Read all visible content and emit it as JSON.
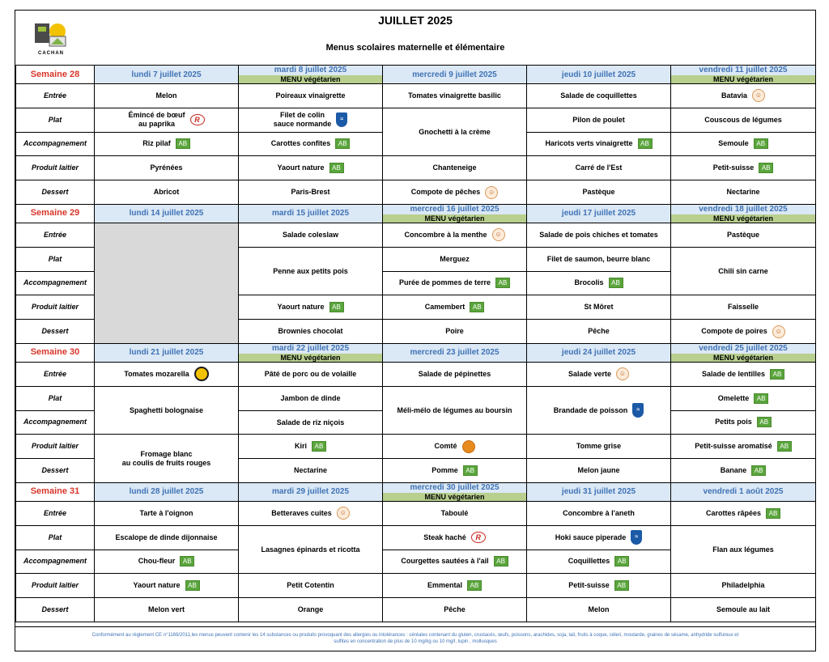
{
  "header": {
    "title": "JUILLET 2025",
    "subtitle": "Menus scolaires maternelle et élémentaire",
    "logo_text": "CACHAN"
  },
  "footer": {
    "line1": "Conformément au règlement CE n°1169/2011,les menus peuvent contenir les 14 substances ou produits provoquant des allergies ou intolérances : céréales contenant du gluten, crustacés, œufs, poissons, arachides, soja, lait, fruits à coque, céleri, moutarde, graines de sésame, anhydride sulfureux et",
    "line2": "sulfites en concentration de plus de 10 mg/kg ou 10 mg/l, lupin , mollusques"
  },
  "colors": {
    "week_label": "#d8362a",
    "day_header_bg": "#dbe8f5",
    "day_header_text": "#3f73b6",
    "vegetarian_bar": "#b8cf8e",
    "closed_cell": "#d9d9d9",
    "footer_text": "#3f73b6"
  },
  "legend_icons": {
    "bio": "ab-organic-leaf-icon",
    "label_rouge": "label-rouge-icon",
    "local": "local-product-icon",
    "msc": "msc-sustainable-fish-icon",
    "aop": "aop-icon",
    "label": "quality-label-icon"
  },
  "courses": [
    "Entrée",
    "Plat",
    "Accompagnement",
    "Produit laitier",
    "Dessert"
  ],
  "weeks": [
    {
      "label": "Semaine 28",
      "days": [
        {
          "name": "lundi 7 juillet 2025",
          "veg": ""
        },
        {
          "name": "mardi 8 juillet 2025",
          "veg": "MENU végétarien"
        },
        {
          "name": "mercredi 9 juillet 2025",
          "veg": ""
        },
        {
          "name": "jeudi 10 juillet 2025",
          "veg": ""
        },
        {
          "name": "vendredi 11 juillet 2025",
          "veg": "MENU végétarien"
        }
      ],
      "rows": [
        [
          {
            "text": "Melon"
          },
          {
            "text": "Poireaux vinaigrette"
          },
          {
            "text": "Tomates vinaigrette basilic"
          },
          {
            "text": "Salade de coquillettes"
          },
          {
            "text": "Batavia",
            "badge": "local"
          }
        ],
        [
          {
            "text": "Émincé de bœuf\nau paprika",
            "badge": "lr"
          },
          {
            "text": "Filet de colin\nsauce normande",
            "badge": "msc"
          },
          {
            "text": "Gnochetti à la crème",
            "span": 2
          },
          {
            "text": "Pilon de poulet"
          },
          {
            "text": "Couscous de légumes"
          }
        ],
        [
          {
            "text": "Riz pilaf",
            "badge": "bio"
          },
          {
            "text": "Carottes confites",
            "badge": "bio"
          },
          null,
          {
            "text": "Haricots verts vinaigrette",
            "badge": "bio"
          },
          {
            "text": "Semoule",
            "badge": "bio"
          }
        ],
        [
          {
            "text": "Pyrénées"
          },
          {
            "text": "Yaourt nature",
            "badge": "bio"
          },
          {
            "text": "Chanteneige"
          },
          {
            "text": "Carré de l'Est"
          },
          {
            "text": "Petit-suisse",
            "badge": "bio"
          }
        ],
        [
          {
            "text": "Abricot"
          },
          {
            "text": "Paris-Brest"
          },
          {
            "text": "Compote de pêches",
            "badge": "local"
          },
          {
            "text": "Pastèque"
          },
          {
            "text": "Nectarine"
          }
        ]
      ]
    },
    {
      "label": "Semaine 29",
      "days": [
        {
          "name": "lundi 14 juillet 2025",
          "veg": ""
        },
        {
          "name": "mardi 15 juillet 2025",
          "veg": ""
        },
        {
          "name": "mercredi 16 juillet 2025",
          "veg": "MENU végétarien"
        },
        {
          "name": "jeudi 17 juillet 2025",
          "veg": ""
        },
        {
          "name": "vendredi 18 juillet 2025",
          "veg": "MENU végétarien"
        }
      ],
      "rows": [
        [
          {
            "text": "",
            "span": 5,
            "closed": true
          },
          {
            "text": "Salade coleslaw"
          },
          {
            "text": "Concombre à la menthe",
            "badge": "local"
          },
          {
            "text": "Salade de pois chiches et tomates"
          },
          {
            "text": "Pastèque"
          }
        ],
        [
          null,
          {
            "text": "Penne aux petits pois",
            "span": 2
          },
          {
            "text": "Merguez"
          },
          {
            "text": "Filet de saumon, beurre blanc"
          },
          {
            "text": "Chili sin carne",
            "span": 2
          }
        ],
        [
          null,
          null,
          {
            "text": "Purée de pommes de terre",
            "badge": "bio"
          },
          {
            "text": "Brocolis",
            "badge": "bio"
          },
          null
        ],
        [
          null,
          {
            "text": "Yaourt nature",
            "badge": "bio"
          },
          {
            "text": "Camembert",
            "badge": "bio"
          },
          {
            "text": "St Môret"
          },
          {
            "text": "Faisselle"
          }
        ],
        [
          null,
          {
            "text": "Brownies chocolat"
          },
          {
            "text": "Poire"
          },
          {
            "text": "Pêche"
          },
          {
            "text": "Compote de poires",
            "badge": "local"
          }
        ]
      ]
    },
    {
      "label": "Semaine 30",
      "days": [
        {
          "name": "lundi 21 juillet 2025",
          "veg": ""
        },
        {
          "name": "mardi 22 juillet 2025",
          "veg": "MENU végétarien"
        },
        {
          "name": "mercredi 23 juillet 2025",
          "veg": ""
        },
        {
          "name": "jeudi 24 juillet 2025",
          "veg": ""
        },
        {
          "name": "vendredi 25 juillet 2025",
          "veg": "MENU végétarien"
        }
      ],
      "rows": [
        [
          {
            "text": "Tomates mozarella",
            "badge": "label"
          },
          {
            "text": "Pâté de porc ou de volaille"
          },
          {
            "text": "Salade de pépinettes"
          },
          {
            "text": "Salade verte",
            "badge": "local"
          },
          {
            "text": "Salade de lentilles",
            "badge": "bio"
          }
        ],
        [
          {
            "text": "Spaghetti bolognaise",
            "span": 2
          },
          {
            "text": "Jambon de dinde"
          },
          {
            "text": "Méli-mélo de légumes au boursin",
            "span": 2
          },
          {
            "text": "Brandade de poisson",
            "badge": "msc",
            "span": 2
          },
          {
            "text": "Omelette",
            "badge": "bio"
          }
        ],
        [
          null,
          {
            "text": "Salade de riz niçois"
          },
          null,
          null,
          {
            "text": "Petits pois",
            "badge": "bio"
          }
        ],
        [
          {
            "text": "Fromage blanc\nau coulis de fruits rouges",
            "span": 2
          },
          {
            "text": "Kiri",
            "badge": "bio"
          },
          {
            "text": "Comté",
            "badge": "aop"
          },
          {
            "text": "Tomme grise"
          },
          {
            "text": "Petit-suisse aromatisé",
            "badge": "bio"
          }
        ],
        [
          null,
          {
            "text": "Nectarine"
          },
          {
            "text": "Pomme",
            "badge": "bio"
          },
          {
            "text": "Melon jaune"
          },
          {
            "text": "Banane",
            "badge": "bio"
          }
        ]
      ]
    },
    {
      "label": "Semaine 31",
      "days": [
        {
          "name": "lundi 28 juillet 2025",
          "veg": ""
        },
        {
          "name": "mardi 29 juillet 2025",
          "veg": ""
        },
        {
          "name": "mercredi 30 juillet 2025",
          "veg": "MENU végétarien"
        },
        {
          "name": "jeudi 31 juillet 2025",
          "veg": ""
        },
        {
          "name": "vendredi 1 août 2025",
          "veg": ""
        }
      ],
      "rows": [
        [
          {
            "text": "Tarte à l'oignon"
          },
          {
            "text": "Betteraves cuites",
            "badge": "local"
          },
          {
            "text": "Taboulé"
          },
          {
            "text": "Concombre à l'aneth"
          },
          {
            "text": "Carottes râpées",
            "badge": "bio"
          }
        ],
        [
          {
            "text": "Escalope de dinde dijonnaise"
          },
          {
            "text": "Lasagnes épinards et ricotta",
            "span": 2
          },
          {
            "text": "Steak haché",
            "badge": "lr"
          },
          {
            "text": "Hoki sauce piperade",
            "badge": "msc"
          },
          {
            "text": "Flan aux légumes",
            "span": 2
          }
        ],
        [
          {
            "text": "Chou-fleur",
            "badge": "bio"
          },
          null,
          {
            "text": "Courgettes sautées à l'ail",
            "badge": "bio"
          },
          {
            "text": "Coquillettes",
            "badge": "bio"
          },
          null
        ],
        [
          {
            "text": "Yaourt nature",
            "badge": "bio"
          },
          {
            "text": "Petit Cotentin"
          },
          {
            "text": "Emmental",
            "badge": "bio"
          },
          {
            "text": "Petit-suisse",
            "badge": "bio"
          },
          {
            "text": "Philadelphia"
          }
        ],
        [
          {
            "text": "Melon vert"
          },
          {
            "text": "Orange"
          },
          {
            "text": "Pêche"
          },
          {
            "text": "Melon"
          },
          {
            "text": "Semoule au lait"
          }
        ]
      ]
    }
  ]
}
